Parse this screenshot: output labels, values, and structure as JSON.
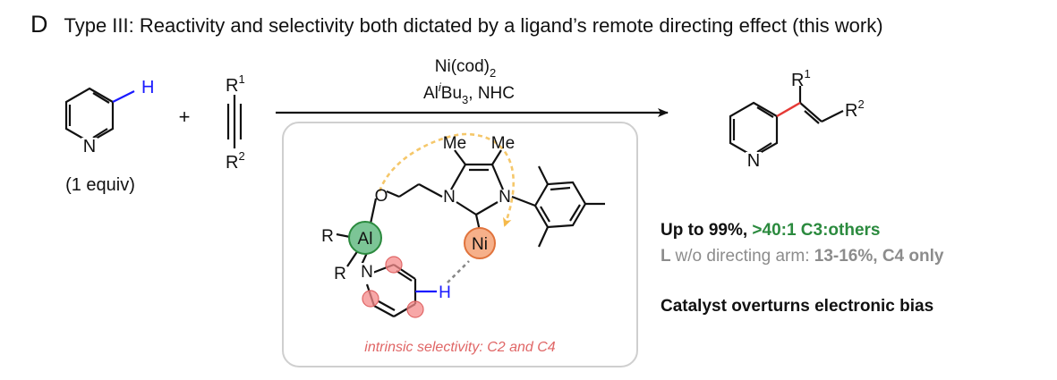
{
  "panel": {
    "letter": "D",
    "title": "Type III: Reactivity and selectivity both dictated by a ligand’s remote directing effect (this work)"
  },
  "reagents": {
    "line1": "Ni(cod)",
    "line1_sub": "2",
    "line2_a": "Al",
    "line2_sup": "i",
    "line2_b": "Bu",
    "line2_sub": "3",
    "line2_c": ", NHC"
  },
  "substrates": {
    "pyridine_h": "H",
    "pyridine_n": "N",
    "equiv": "(1 equiv)",
    "plus": "+",
    "alkyne_r1": "R",
    "alkyne_r1_sup": "1",
    "alkyne_r2": "R",
    "alkyne_r2_sup": "2"
  },
  "product": {
    "r1": "R",
    "r1_sup": "1",
    "r2": "R",
    "r2_sup": "2",
    "n": "N"
  },
  "catalyst": {
    "me_left": "Me",
    "me_right": "Me",
    "o": "O",
    "n_left": "N",
    "n_right": "N",
    "al": "Al",
    "ni": "Ni",
    "r_top": "R",
    "r_bottom": "R",
    "pyr_n": "N",
    "pyr_h": "H",
    "caption": "intrinsic selectivity: C2 and C4"
  },
  "results": {
    "yield": "Up to 99%,",
    "selectivity": ">40:1 C3:others",
    "control_l": "L",
    "control_mid": "w/o directing arm:",
    "control_values": "13-16%, C4 only",
    "summary": "Catalyst overturns electronic bias"
  },
  "colors": {
    "blue_h": "#1a1aff",
    "red_bond": "#e53935",
    "al_fill": "#7cc596",
    "al_stroke": "#2b8a3e",
    "ni_fill": "#f6b08a",
    "ni_stroke": "#e0733c",
    "pink_site": "#f48a8a",
    "arrow_orange": "#f5c76a",
    "green_text": "#2b8a3e",
    "gray_text": "#8c8c8c",
    "caption_pink": "#e06666",
    "box_border": "#cfcfcf"
  }
}
